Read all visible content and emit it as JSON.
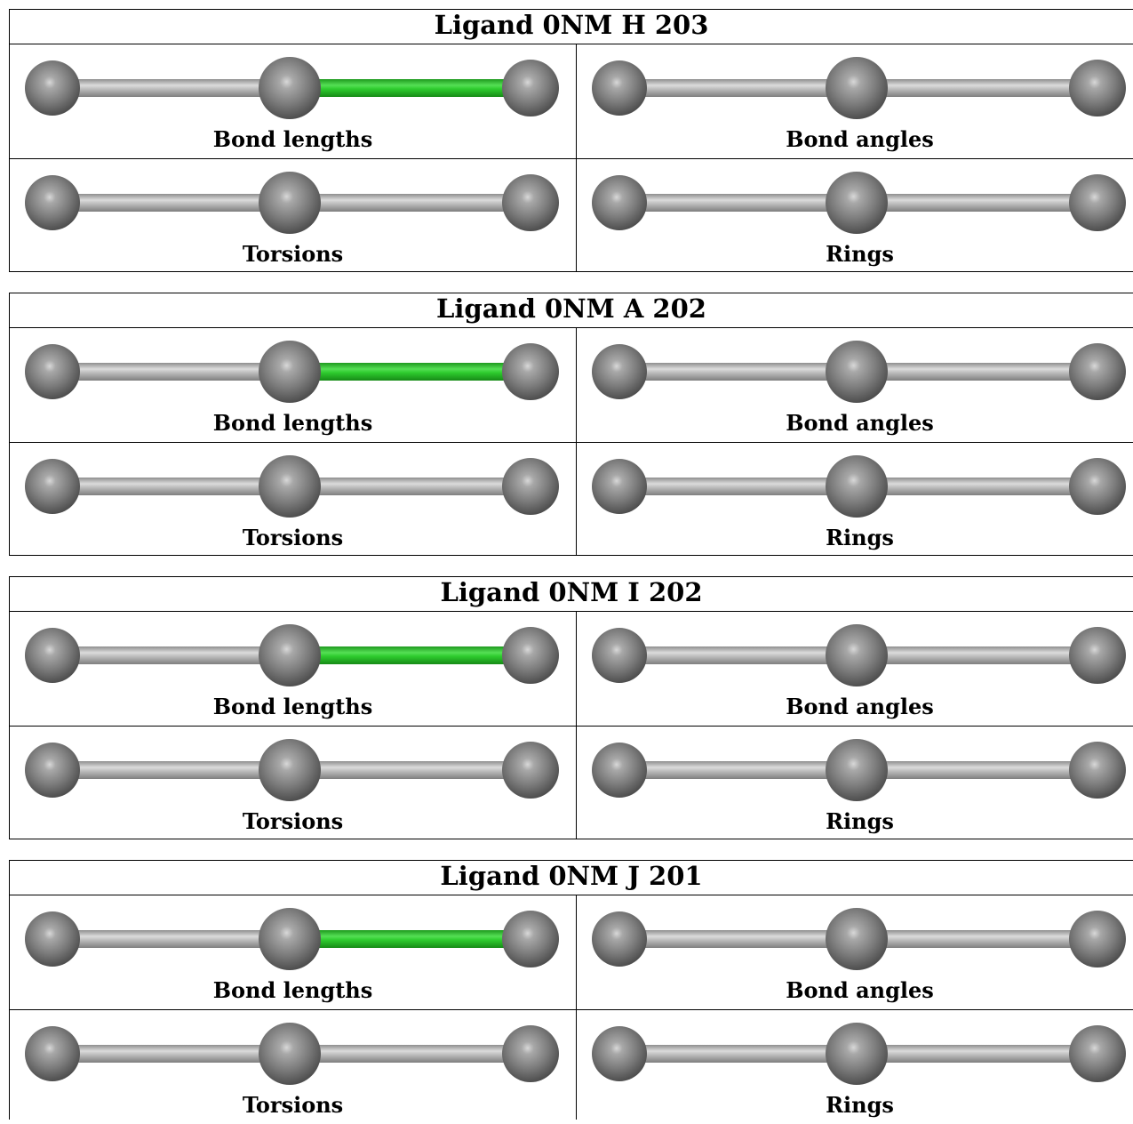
{
  "panels": [
    {
      "title": "Ligand 0NM H 203",
      "cells": [
        {
          "label": "Bond lengths",
          "highlight_bond": "right"
        },
        {
          "label": "Bond angles",
          "highlight_bond": "none"
        },
        {
          "label": "Torsions",
          "highlight_bond": "none"
        },
        {
          "label": "Rings",
          "highlight_bond": "none"
        }
      ]
    },
    {
      "title": "Ligand 0NM A 202",
      "cells": [
        {
          "label": "Bond lengths",
          "highlight_bond": "right"
        },
        {
          "label": "Bond angles",
          "highlight_bond": "none"
        },
        {
          "label": "Torsions",
          "highlight_bond": "none"
        },
        {
          "label": "Rings",
          "highlight_bond": "none"
        }
      ]
    },
    {
      "title": "Ligand 0NM I 202",
      "cells": [
        {
          "label": "Bond lengths",
          "highlight_bond": "right"
        },
        {
          "label": "Bond angles",
          "highlight_bond": "none"
        },
        {
          "label": "Torsions",
          "highlight_bond": "none"
        },
        {
          "label": "Rings",
          "highlight_bond": "none"
        }
      ]
    },
    {
      "title": "Ligand 0NM J 201",
      "cells": [
        {
          "label": "Bond lengths",
          "highlight_bond": "right"
        },
        {
          "label": "Bond angles",
          "highlight_bond": "none"
        },
        {
          "label": "Torsions",
          "highlight_bond": "none"
        },
        {
          "label": "Rings",
          "highlight_bond": "none"
        }
      ]
    }
  ],
  "colors": {
    "atom": "#7a7a7a",
    "bond": "#b3b3b3",
    "highlight_bond": "#2ecc2e",
    "border": "#000000"
  }
}
